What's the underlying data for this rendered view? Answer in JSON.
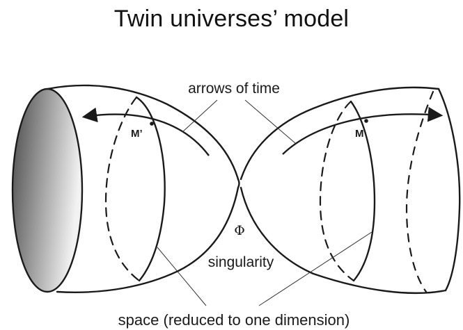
{
  "title": "Twin universes’ model",
  "labels": {
    "arrows_of_time": "arrows of time",
    "m_prime": "M’",
    "m": "M",
    "phi": "Φ",
    "singularity": "singularity",
    "space": "space (reduced to one dimension)"
  },
  "colors": {
    "ink": "#1a1a1a",
    "opening_dark": "#555555",
    "opening_light": "#f0f0f0",
    "background": "#ffffff"
  }
}
